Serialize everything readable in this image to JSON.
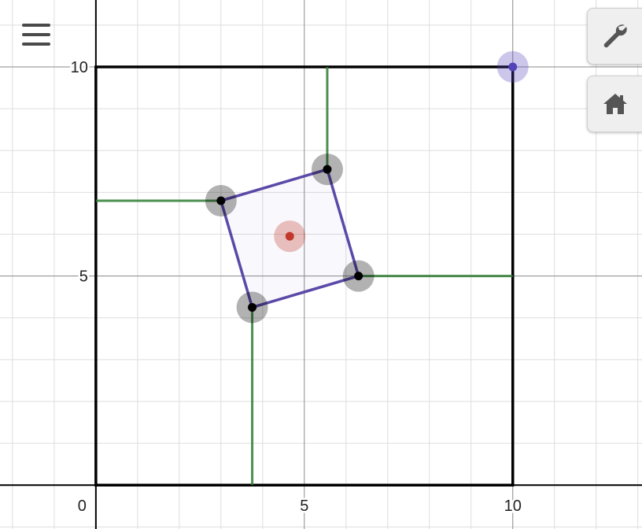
{
  "toolbar": {
    "menu_icon": "hamburger-menu-icon",
    "settings_icon": "wrench-icon",
    "home_icon": "home-icon"
  },
  "axes": {
    "x_ticks": [
      0,
      5,
      10
    ],
    "y_ticks": [
      5,
      10
    ],
    "origin_label": "0",
    "x_range": [
      -2.3,
      13.1
    ],
    "y_range": [
      -1.05,
      11.6
    ],
    "grid": true,
    "minor_grid_step": 1,
    "major_grid_step": 5
  },
  "colors": {
    "square": "#000000",
    "quad": "#5b49a8",
    "green_lines": "#2e7d32",
    "black_point": "#000000",
    "red_point": "#c0392b",
    "purple_point": "#5243b8",
    "minor_grid": "#dddddd",
    "major_grid": "#8a8a8a"
  },
  "shapes": {
    "square": [
      [
        0,
        0
      ],
      [
        10,
        0
      ],
      [
        10,
        10
      ],
      [
        0,
        10
      ]
    ],
    "quadrilateral": [
      [
        3.0,
        6.8
      ],
      [
        5.55,
        7.55
      ],
      [
        6.3,
        5.0
      ],
      [
        3.75,
        4.25
      ]
    ],
    "green_lines": [
      [
        [
          0,
          6.8
        ],
        [
          3.0,
          6.8
        ]
      ],
      [
        [
          5.55,
          7.55
        ],
        [
          5.55,
          10
        ]
      ],
      [
        [
          6.3,
          5.0
        ],
        [
          10,
          5.0
        ]
      ],
      [
        [
          3.75,
          4.25
        ],
        [
          3.75,
          0
        ]
      ]
    ]
  },
  "points": {
    "vertices": [
      [
        3.0,
        6.8
      ],
      [
        5.55,
        7.55
      ],
      [
        6.3,
        5.0
      ],
      [
        3.75,
        4.25
      ]
    ],
    "center": [
      4.65,
      5.95
    ],
    "corner": [
      10,
      10
    ]
  }
}
